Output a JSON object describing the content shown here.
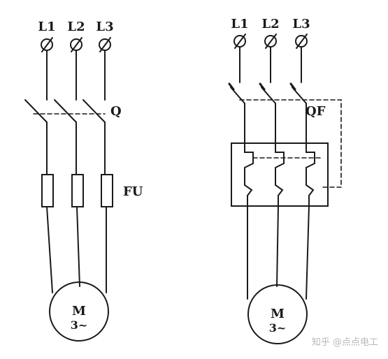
{
  "left_circuit": {
    "terminals": [
      "L1",
      "L2",
      "L3"
    ],
    "switch_label": "Q",
    "fuse_label": "FU",
    "motor_label": "M",
    "motor_rating": "3~"
  },
  "right_circuit": {
    "terminals": [
      "L1",
      "L2",
      "L3"
    ],
    "breaker_label": "QF",
    "motor_label": "M",
    "motor_rating": "3~"
  },
  "watermark": "知乎 @点点电工",
  "colors": {
    "line": "#1a1a1a",
    "background": "#ffffff"
  }
}
